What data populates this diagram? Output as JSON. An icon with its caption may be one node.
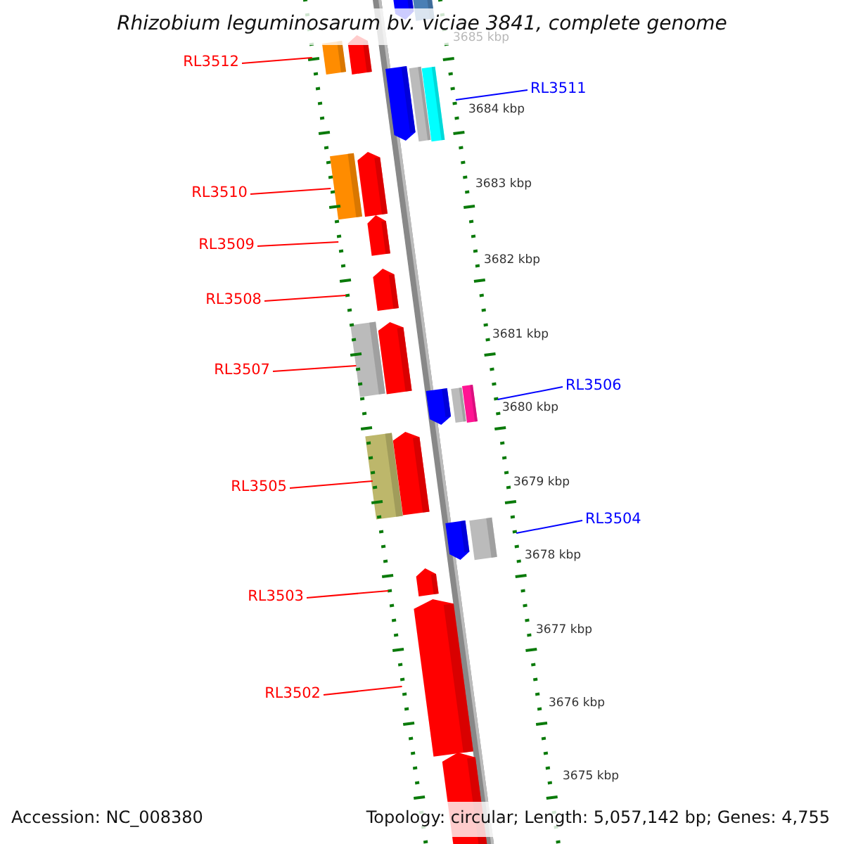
{
  "diagram": {
    "title": "Rhizobium leguminosarum bv. viciae 3841, complete genome",
    "nodes": [
      {
        "text": [
          "RL3512"
        ]
      },
      {
        "text": [
          "RL3511"
        ]
      },
      {
        "text": [
          "RL3510"
        ]
      },
      {
        "text": [
          "RL3509"
        ]
      },
      {
        "text": [
          "RL3508"
        ]
      },
      {
        "text": [
          "RL3507"
        ]
      },
      {
        "text": [
          "RL3506"
        ]
      },
      {
        "text": [
          "RL3505"
        ]
      },
      {
        "text": [
          "RL3504"
        ]
      },
      {
        "text": [
          "RL3503"
        ]
      },
      {
        "text": [
          "RL3502"
        ]
      },
      {
        "text": [],
        "shape": "line"
      },
      {
        "text": [],
        "shape": "line"
      }
    ],
    "edges": [
      {
        "from": 0,
        "to": 11,
        "arrow": "none"
      },
      {
        "from": 1,
        "to": 12,
        "arrow": "none",
        "color": "#0000ff"
      },
      {
        "from": 2,
        "to": 11,
        "arrow": "none"
      },
      {
        "from": 3,
        "to": 11,
        "arrow": "none"
      },
      {
        "from": 4,
        "to": 11,
        "arrow": "none"
      },
      {
        "from": 5,
        "to": 11,
        "arrow": "none"
      },
      {
        "from": 6,
        "to": 12,
        "arrow": "none",
        "color": "#0000ff"
      },
      {
        "from": 7,
        "to": 11,
        "arrow": "none"
      },
      {
        "from": 8,
        "to": 12,
        "arrow": "none",
        "color": "#0000ff"
      },
      {
        "from": 9,
        "to": 11,
        "arrow": "none"
      },
      {
        "from": 10,
        "to": 11,
        "arrow": "none"
      }
    ],
    "labels": [
      "3685 kbp",
      "3684 kbp",
      "3683 kbp",
      "3682 kbp",
      "3681 kbp",
      "3680 kbp",
      "3679 kbp",
      "3678 kbp",
      "3677 kbp",
      "3676 kbp",
      "3675 kbp",
      "Accession: NC_008380",
      "Topology: circular; Length: 5,057,142 bp; Genes: 4,755"
    ]
  }
}
